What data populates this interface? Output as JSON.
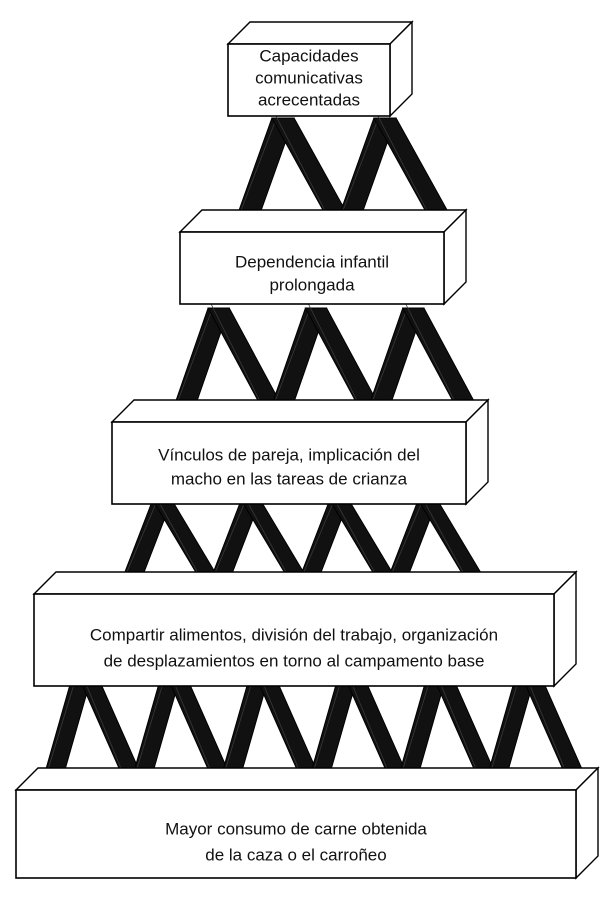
{
  "levels": [
    {
      "id": "level-1",
      "lines": [
        "Capacidades",
        "comunicativas",
        "acrecentadas"
      ]
    },
    {
      "id": "level-2",
      "lines": [
        "Dependencia infantil",
        "prolongada"
      ]
    },
    {
      "id": "level-3",
      "lines": [
        "Vínculos de pareja, implicación del",
        "macho en las tareas de crianza"
      ]
    },
    {
      "id": "level-4",
      "lines": [
        "Compartir alimentos, división del trabajo, organización",
        "de desplazamientos en torno al campamento base"
      ]
    },
    {
      "id": "level-5",
      "lines": [
        "Mayor consumo de carne obtenida",
        "de la caza o el carroñeo"
      ]
    }
  ]
}
